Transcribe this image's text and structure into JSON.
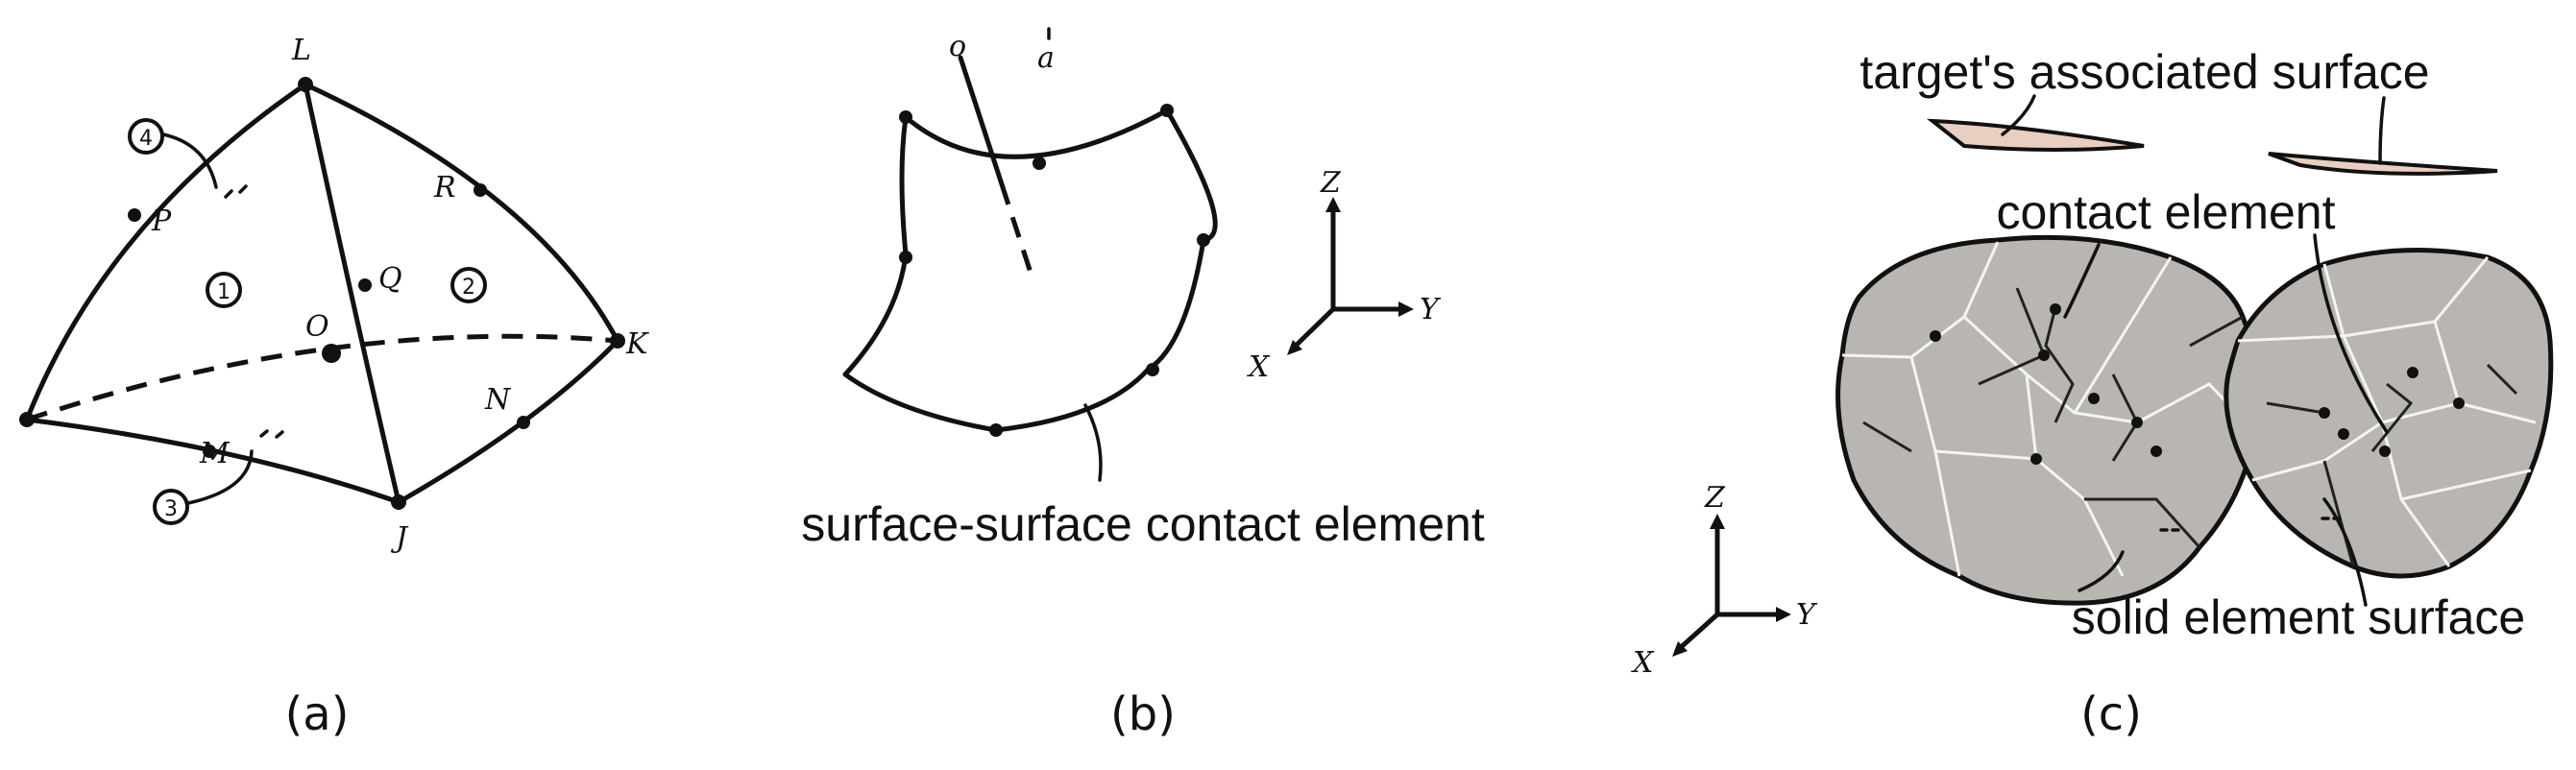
{
  "panel_a": {
    "caption": "(a)",
    "node_labels": {
      "L": "L",
      "P": "P",
      "Q": "Q",
      "R": "R",
      "O": "O",
      "K": "K",
      "M": "M",
      "N": "N",
      "J": "J"
    },
    "face_markers": [
      "4",
      "1",
      "2",
      "3"
    ]
  },
  "panel_b": {
    "caption": "(b)",
    "normal_labels": [
      "o",
      "a"
    ],
    "axis": {
      "z": "Z",
      "y": "Y",
      "x": "X"
    },
    "annotation": "surface-surface contact element"
  },
  "panel_c": {
    "caption": "(c)",
    "axis": {
      "z": "Z",
      "y": "Y",
      "x": "X"
    },
    "annotations": {
      "target": "target's associated surface",
      "contact": "contact element",
      "solid": "solid element surface"
    }
  }
}
